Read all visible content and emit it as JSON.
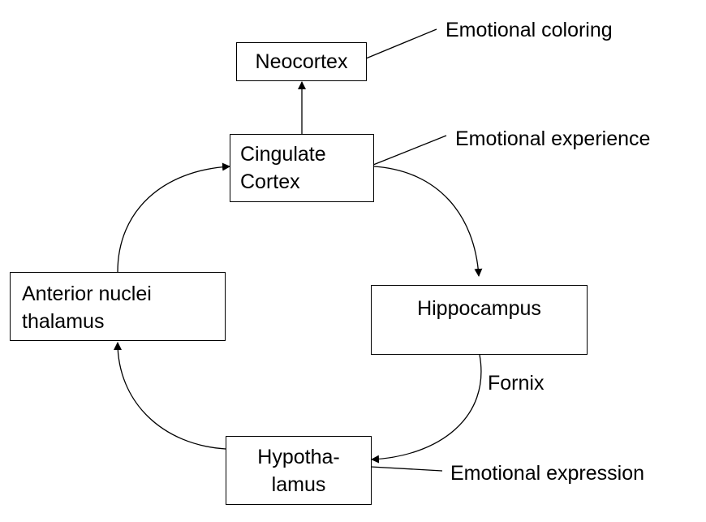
{
  "nodes": {
    "neocortex": "Neocortex",
    "cingulate_line1": "Cingulate",
    "cingulate_line2": "Cortex",
    "anterior_line1": "Anterior nuclei",
    "anterior_line2": "thalamus",
    "hippocampus": "Hippocampus",
    "hypothalamus_line1": "Hypotha-",
    "hypothalamus_line2": "lamus"
  },
  "labels": {
    "emotional_coloring": "Emotional coloring",
    "emotional_experience": "Emotional experience",
    "fornix": "Fornix",
    "emotional_expression": "Emotional expression"
  }
}
